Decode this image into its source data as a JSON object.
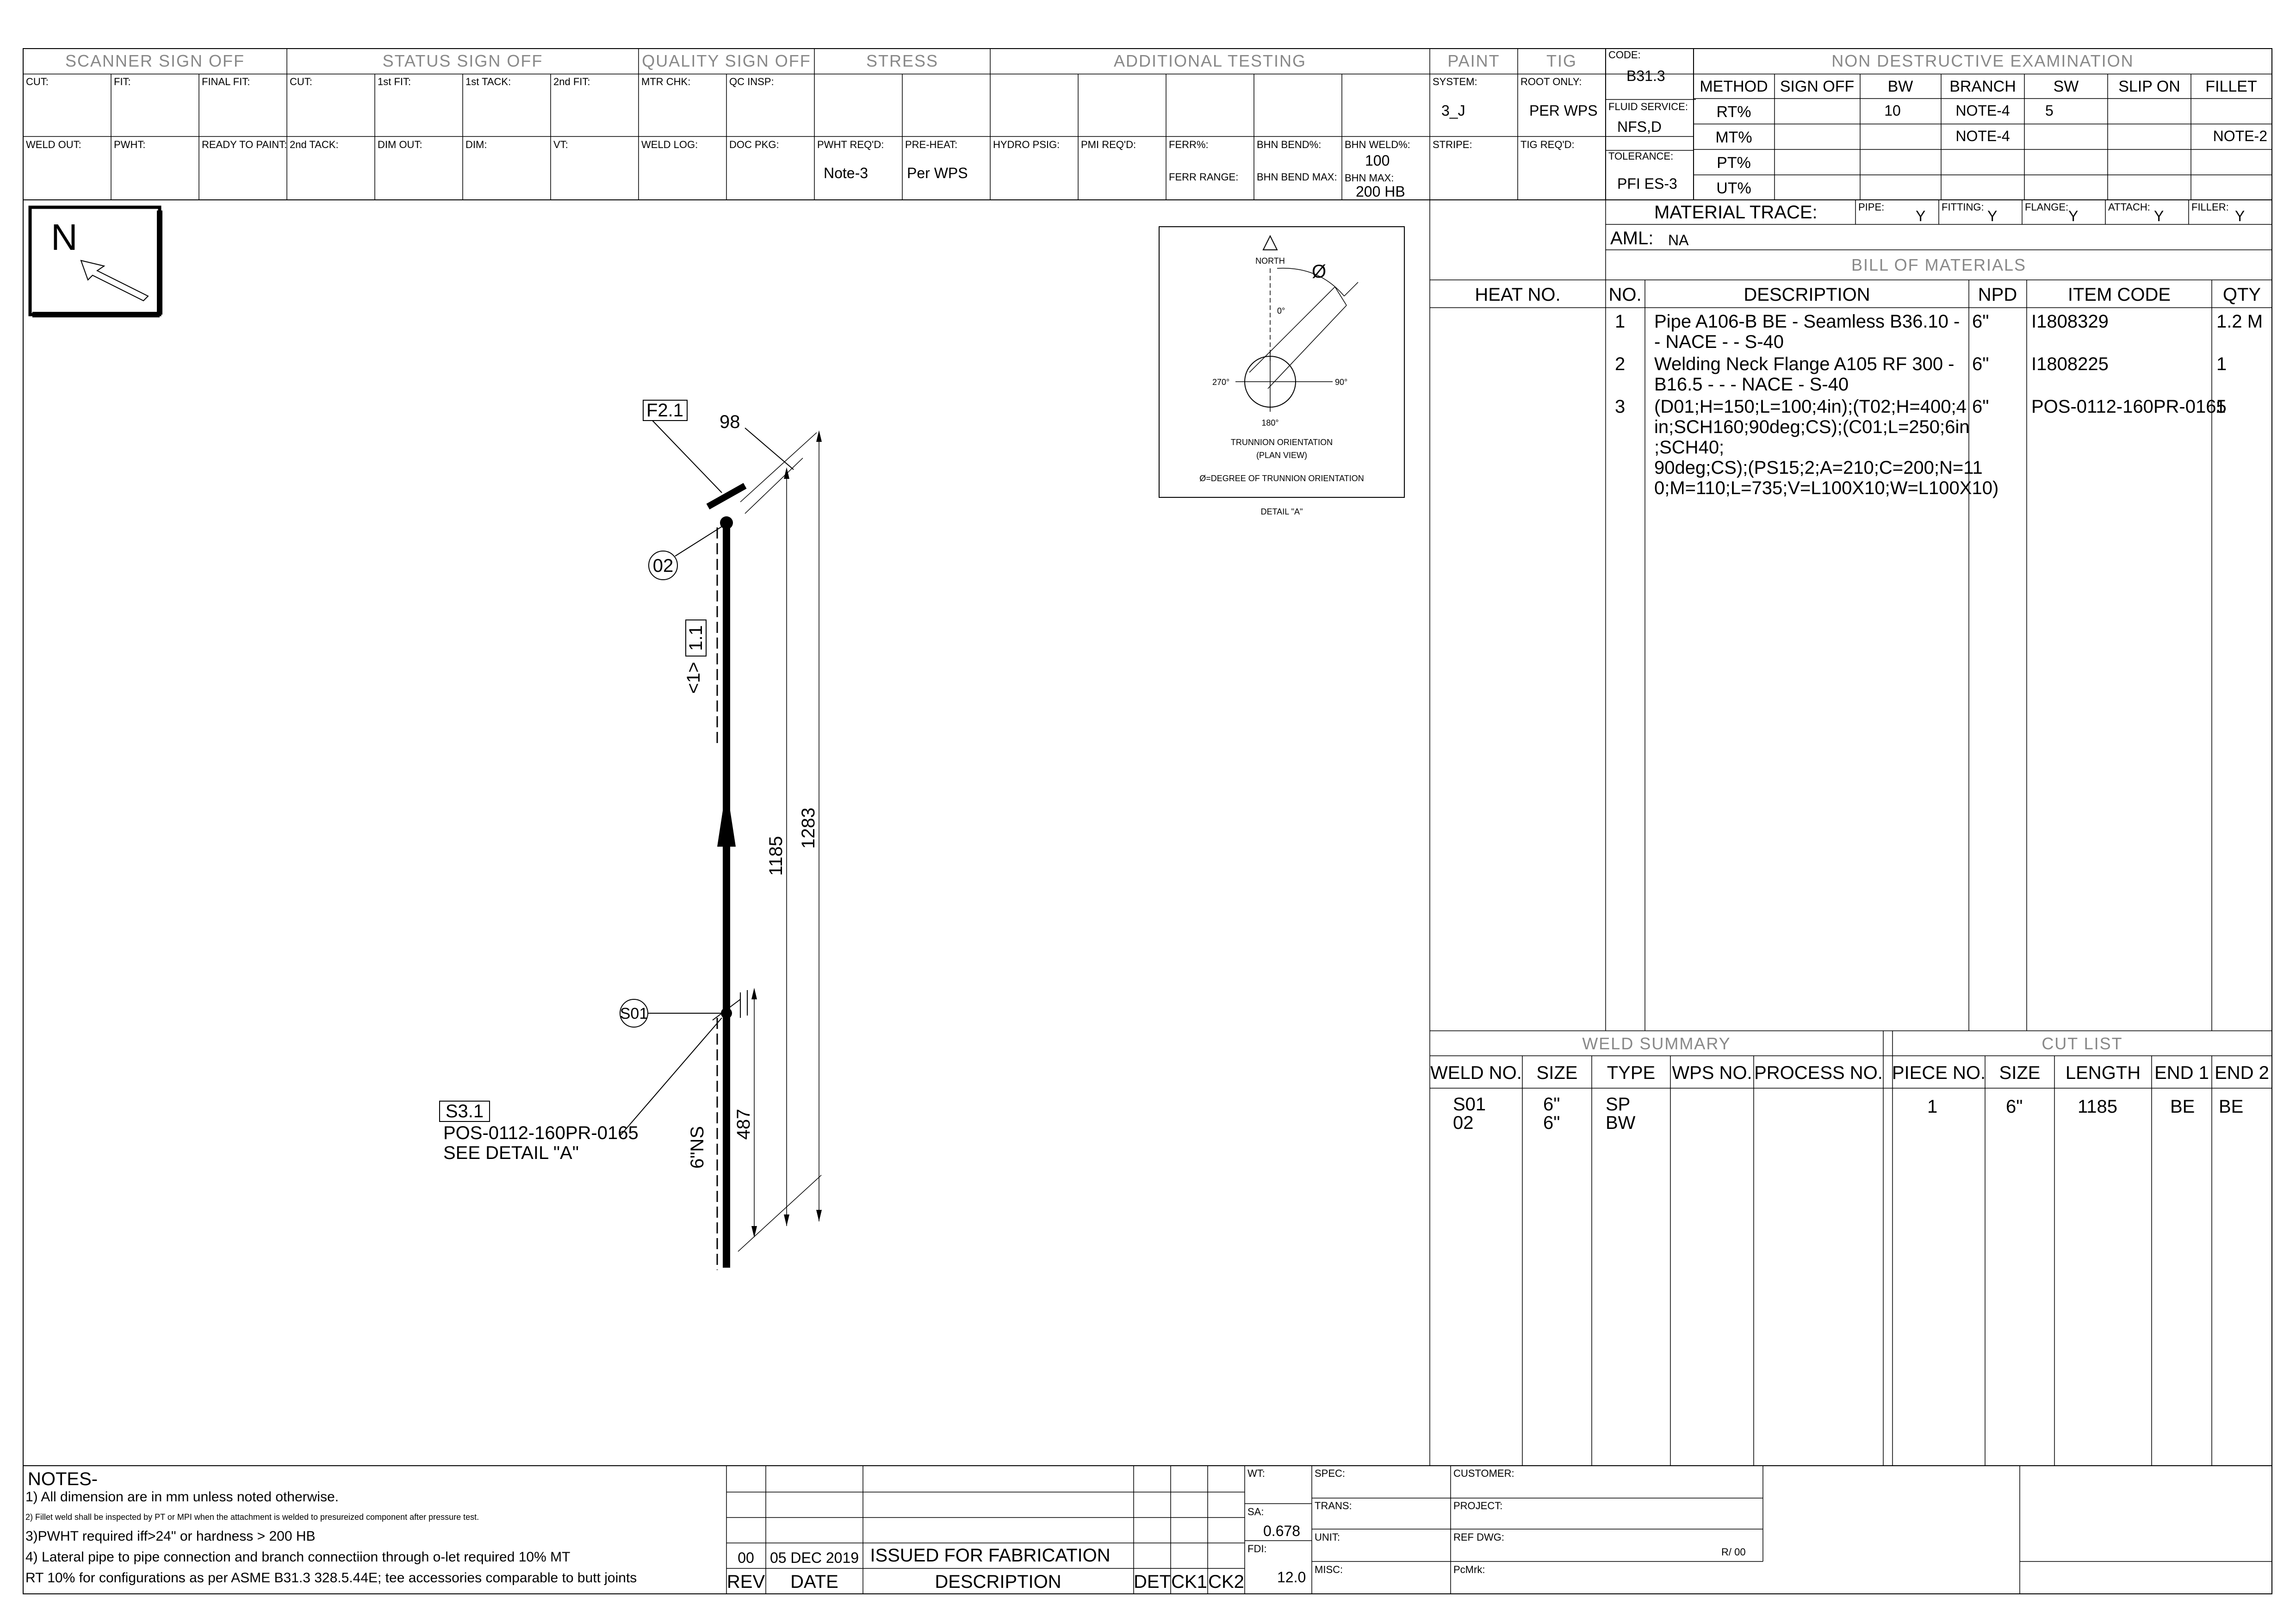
{
  "header": {
    "scanner_sign_off": "SCANNER SIGN OFF",
    "status_sign_off": "STATUS SIGN OFF",
    "quality_sign_off": "QUALITY SIGN OFF",
    "stress": "STRESS",
    "additional_testing": "ADDITIONAL TESTING",
    "paint": "PAINT",
    "tig": "TIG",
    "nde": "NON DESTRUCTIVE EXAMINATION",
    "row1": [
      "CUT:",
      "FIT:",
      "FINAL FIT:",
      "CUT:",
      "1st FIT:",
      "1st TACK:",
      "2nd FIT:",
      "MTR CHK:",
      "QC INSP:"
    ],
    "row2": [
      "WELD OUT:",
      "PWHT:",
      "READY TO PAINT:",
      "2nd TACK:",
      "DIM OUT:",
      "DIM:",
      "VT:",
      "WELD LOG:",
      "DOC PKG:",
      "PWHT REQ'D:",
      "PRE-HEAT:",
      "HYDRO PSIG:",
      "PMI REQ'D:",
      "FERR%:",
      "BHN BEND%:",
      "BHN WELD%:"
    ],
    "pwht_val": "Note-3",
    "preheat_val": "Per WPS",
    "ferr_range": "FERR RANGE:",
    "bhn_bend_max": "BHN BEND MAX:",
    "bhn_weld_val": "100",
    "bhn_max_label": "BHN MAX:",
    "bhn_max_val": "200 HB",
    "system_label": "SYSTEM:",
    "system_val": "3_J",
    "root_only_label": "ROOT ONLY:",
    "root_only_val": "PER WPS",
    "stripe_label": "STRIPE:",
    "tig_reqd_label": "TIG REQ'D:",
    "code_label": "CODE:",
    "code_val": "B31.3",
    "fluid_label": "FLUID SERVICE:",
    "fluid_val": "NFS,D",
    "tolerance_label": "TOLERANCE:",
    "tolerance_val": "PFI ES-3",
    "nde_cols": [
      "METHOD",
      "SIGN OFF",
      "BW",
      "BRANCH",
      "SW",
      "SLIP ON",
      "FILLET"
    ],
    "nde_rows": [
      [
        "RT%",
        "",
        "10",
        "NOTE-4",
        "5",
        "",
        ""
      ],
      [
        "MT%",
        "",
        "",
        "NOTE-4",
        "",
        "",
        "NOTE-2"
      ],
      [
        "PT%",
        "",
        "",
        "",
        "",
        "",
        ""
      ],
      [
        "UT%",
        "",
        "",
        "",
        "",
        "",
        ""
      ]
    ]
  },
  "material_trace": {
    "title": "MATERIAL TRACE:",
    "items": [
      {
        "label": "PIPE:",
        "value": "Y"
      },
      {
        "label": "FITTING:",
        "value": "Y"
      },
      {
        "label": "FLANGE:",
        "value": "Y"
      },
      {
        "label": "ATTACH:",
        "value": "Y"
      },
      {
        "label": "FILLER:",
        "value": "Y"
      }
    ],
    "aml_label": "AML:",
    "aml_val": "NA"
  },
  "bom": {
    "title": "BILL OF MATERIALS",
    "heat_no": "HEAT NO.",
    "cols": [
      "NO.",
      "DESCRIPTION",
      "NPD",
      "ITEM CODE",
      "QTY"
    ],
    "rows": [
      {
        "no": "1",
        "desc": [
          "Pipe A106-B BE - Seamless B36.10 -",
          "- NACE - -  S-40"
        ],
        "npd": "6\"",
        "code": "I1808329",
        "qty": "1.2 M"
      },
      {
        "no": "2",
        "desc": [
          "Welding Neck Flange A105 RF 300 -",
          "B16.5 - - - NACE -  S-40"
        ],
        "npd": "6\"",
        "code": "I1808225",
        "qty": "1"
      },
      {
        "no": "3",
        "desc": [
          "(D01;H=150;L=100;4in);(T02;H=400;4",
          "in;SCH160;90deg;CS);(C01;L=250;6in",
          ";SCH40;",
          "90deg;CS);(PS15;2;A=210;C=200;N=11",
          "0;M=110;L=735;V=L100X10;W=L100X10)"
        ],
        "npd": "6\"",
        "code": "POS-0112-160PR-0165",
        "qty": "1"
      }
    ]
  },
  "weld_summary": {
    "title": "WELD SUMMARY",
    "cols": [
      "WELD NO.",
      "SIZE",
      "TYPE",
      "WPS NO.",
      "PROCESS NO."
    ],
    "rows": [
      [
        "S01",
        "6\"",
        "SP",
        "",
        ""
      ],
      [
        "02",
        "6\"",
        "BW",
        "",
        ""
      ]
    ]
  },
  "cut_list": {
    "title": "CUT LIST",
    "cols": [
      "PIECE NO.",
      "SIZE",
      "LENGTH",
      "END 1",
      "END 2"
    ],
    "rows": [
      [
        "1",
        "6\"",
        "1185",
        "BE",
        "BE"
      ]
    ]
  },
  "drawing": {
    "north": "N",
    "f21": "F2.1",
    "dim98": "98",
    "weld02": "02",
    "pipe11": "1.1",
    "pipe_no": "<1>",
    "dim1185": "1185",
    "dim1283": "1283",
    "s01": "S01",
    "s31": "S3.1",
    "support_ref": "POS-0112-160PR-0165",
    "see_detail": "SEE DETAIL \"A\"",
    "dim487": "487",
    "size": "6\"NS"
  },
  "detail": {
    "north": "NORTH",
    "theta": "Ø",
    "d0": "0°",
    "d90": "90°",
    "d180": "180°",
    "d270": "270°",
    "caption1": "TRUNNION ORIENTATION",
    "caption2": "(PLAN VIEW)",
    "caption3": "Ø=DEGREE OF TRUNNION ORIENTATION",
    "title": "DETAIL \"A\""
  },
  "notes": {
    "title": "NOTES-",
    "lines": [
      "1) All dimension are in mm unless noted otherwise.",
      "2) Fillet weld shall be inspected by PT or MPI when the attachment is welded to presureized component after pressure test.",
      "3)PWHT required iff>24\" or hardness > 200 HB",
      "4) Lateral pipe to pipe connection and branch connectiion through o-let required 10% MT",
      "RT 10% for configurations as per ASME B31.3 328.5.44E; tee accessories comparable to butt joints"
    ]
  },
  "revision": {
    "rev": "00",
    "date": "05 DEC 2019",
    "desc": "ISSUED FOR FABRICATION",
    "cols": [
      "REV",
      "DATE",
      "DESCRIPTION",
      "DET",
      "CK1",
      "CK2"
    ]
  },
  "titleblock": {
    "wt": "WT:",
    "sa": "SA:",
    "sa_val": "0.678",
    "fdi": "FDI:",
    "fdi_val": "12.0",
    "spec": "SPEC:",
    "trans": "TRANS:",
    "unit": "UNIT:",
    "misc": "MISC:",
    "customer": "CUSTOMER:",
    "project": "PROJECT:",
    "ref_dwg": "REF DWG:",
    "ref_rev": "R/ 00",
    "pcmrk": "PcMrk:"
  }
}
